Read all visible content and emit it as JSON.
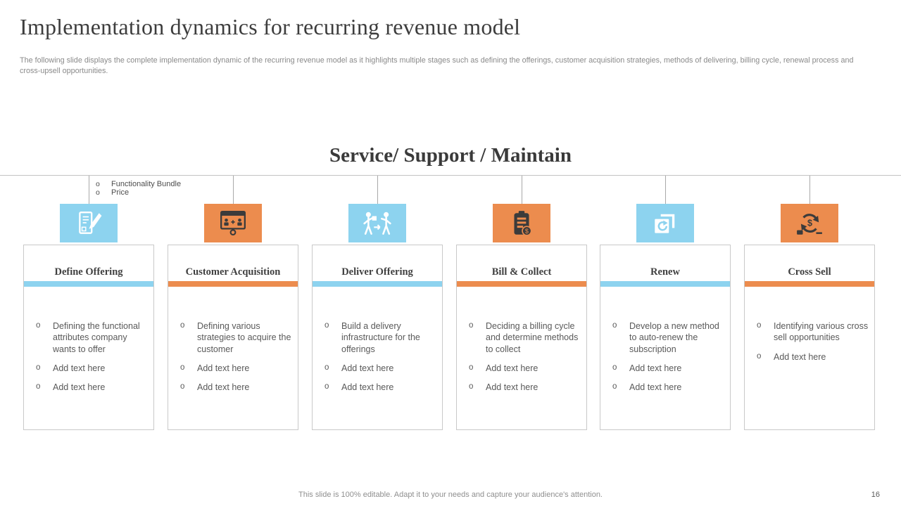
{
  "slide": {
    "title": "Implementation dynamics for recurring revenue model",
    "subtitle": "The following slide displays the complete implementation dynamic of the recurring revenue model as it highlights multiple stages such as defining the offerings, customer acquisition strategies, methods of delivering, billing cycle, renewal process and cross-upsell opportunities.",
    "section_header": "Service/ Support / Maintain",
    "footer_note": "This slide is 100% editable. Adapt it to your needs and capture your audience's attention.",
    "page_number": "16"
  },
  "colors": {
    "blue": "#8DD3EF",
    "orange": "#EC8C4E"
  },
  "annotation": {
    "items": [
      "Functionality Bundle",
      "Price"
    ]
  },
  "cards": [
    {
      "title": "Define Offering",
      "accent": "blue",
      "icon": "document-pencil-icon",
      "bullets": [
        "Defining the functional attributes company wants to offer",
        "Add text here",
        "Add text here"
      ]
    },
    {
      "title": "Customer Acquisition",
      "accent": "orange",
      "icon": "browser-users-icon",
      "bullets": [
        "Defining various strategies to acquire the customer",
        "Add text here",
        "Add text here"
      ]
    },
    {
      "title": "Deliver Offering",
      "accent": "blue",
      "icon": "people-exchange-icon",
      "bullets": [
        "Build a delivery infrastructure for the offerings",
        "Add text here",
        "Add text here"
      ]
    },
    {
      "title": "Bill & Collect",
      "accent": "orange",
      "icon": "clipboard-dollar-icon",
      "bullets": [
        "Deciding a billing cycle and determine methods to collect",
        "Add text here",
        "Add text here"
      ]
    },
    {
      "title": "Renew",
      "accent": "blue",
      "icon": "renew-icon",
      "bullets": [
        "Develop a new method to auto-renew the subscription",
        "Add text here",
        "Add text here"
      ]
    },
    {
      "title": "Cross Sell",
      "accent": "orange",
      "icon": "cross-sell-icon",
      "bullets": [
        "Identifying various cross sell opportunities",
        "Add text here"
      ]
    }
  ]
}
